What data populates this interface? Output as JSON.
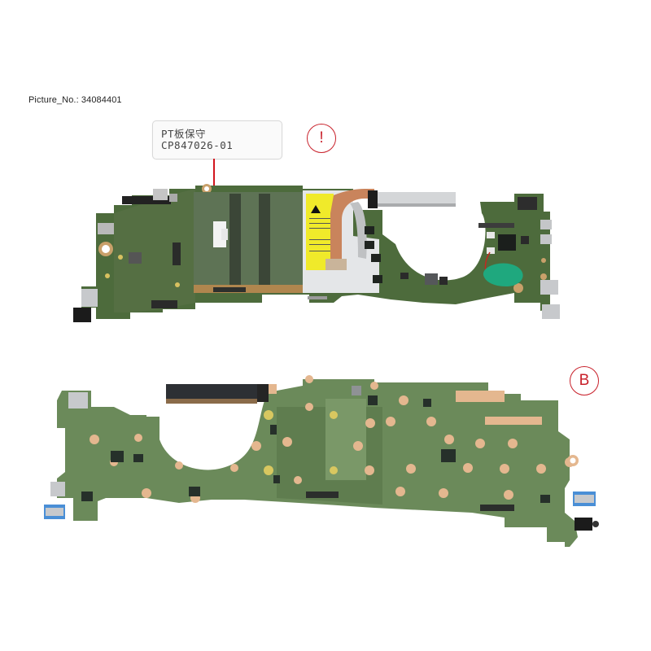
{
  "picture_label": "Picture_No.: 34084401",
  "callout": {
    "line1": "PT板保守",
    "line2": "CP847026-01",
    "border_color": "#d9d9d9",
    "leader_color": "#d2161e"
  },
  "markers": {
    "top_view": "!",
    "bottom_view": "B",
    "color": "#c8202a"
  },
  "boards": {
    "top_view": {
      "description": "Motherboard top side with RAM slots, heatsink, fan connector, CMOS battery and I/O ports",
      "pcb_color": "#4d6b3c",
      "heatpipe_color": "#c9845c",
      "warning_label_color": "#f0ea2a",
      "battery_color": "#1fa87e"
    },
    "bottom_view": {
      "description": "Motherboard bottom side with test pads, SSD connector and I/O ports",
      "pcb_color": "#6b8a5a",
      "pad_color": "#e4b78f"
    }
  }
}
